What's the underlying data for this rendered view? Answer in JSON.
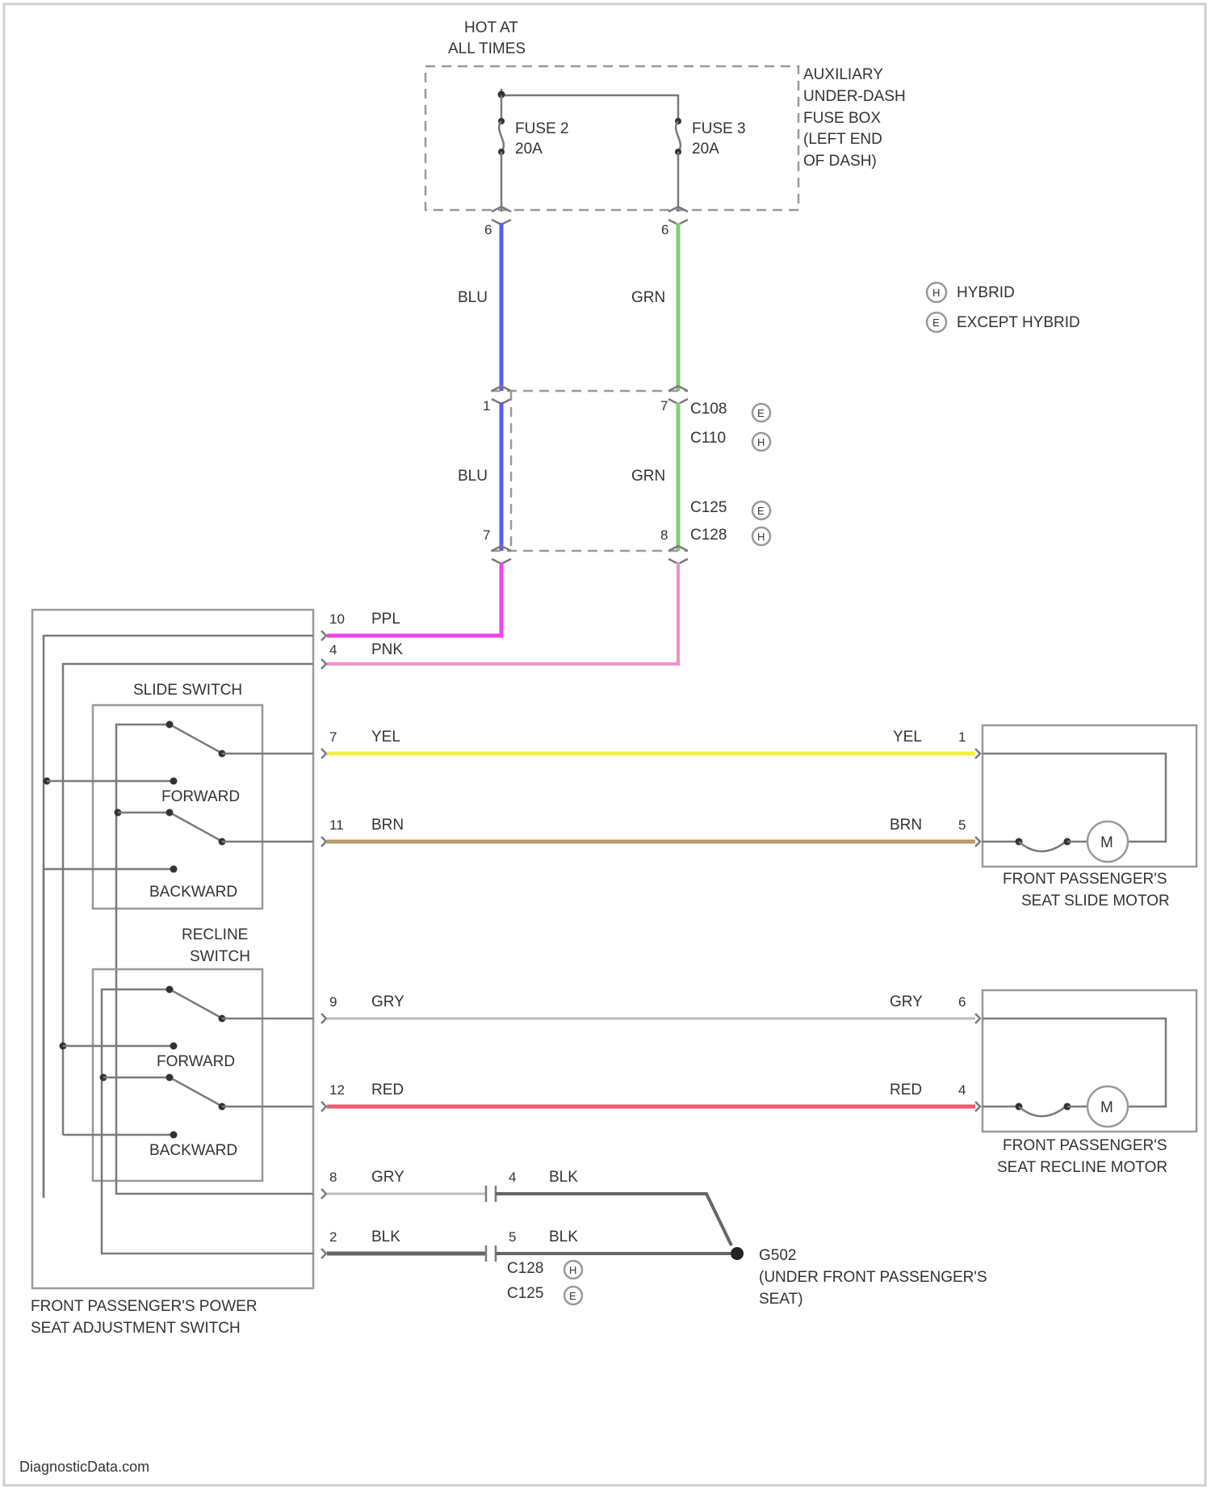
{
  "power": {
    "hot_label_1": "HOT AT",
    "hot_label_2": "ALL TIMES",
    "fuse_box": [
      "AUXILIARY",
      "UNDER-DASH",
      "FUSE BOX",
      "(LEFT END",
      "OF DASH)"
    ],
    "fuse_2": {
      "name": "FUSE 2",
      "rating": "20A"
    },
    "fuse_3": {
      "name": "FUSE 3",
      "rating": "20A"
    },
    "pin_left": "6",
    "pin_right": "6"
  },
  "legend": [
    {
      "symbol": "H",
      "text": "HYBRID"
    },
    {
      "symbol": "E",
      "text": "EXCEPT HYBRID"
    }
  ],
  "connectors": {
    "upper": {
      "pin_left": "1",
      "pin_right": "7",
      "names": [
        "C108",
        "C110"
      ],
      "badges": [
        "E",
        "H"
      ]
    },
    "lower": {
      "pin_left": "7",
      "pin_right": "8",
      "names": [
        "C125",
        "C128"
      ],
      "badges": [
        "E",
        "H"
      ]
    },
    "ground": {
      "names": [
        "C128",
        "C125"
      ],
      "badges": [
        "H",
        "E"
      ]
    }
  },
  "wires": {
    "blu_upper": "BLU",
    "grn_upper": "GRN",
    "blu_lower": "BLU",
    "grn_lower": "GRN",
    "ppl": {
      "pin": "10",
      "color": "PPL"
    },
    "pnk": {
      "pin": "4",
      "color": "PNK"
    },
    "yel": {
      "pin": "7",
      "color": "YEL",
      "motor_color": "YEL",
      "motor_pin": "1"
    },
    "brn": {
      "pin": "11",
      "color": "BRN",
      "motor_color": "BRN",
      "motor_pin": "5"
    },
    "gry_recline": {
      "pin": "9",
      "color": "GRY",
      "motor_color": "GRY",
      "motor_pin": "6"
    },
    "red": {
      "pin": "12",
      "color": "RED",
      "motor_color": "RED",
      "motor_pin": "4"
    },
    "gry_ground": {
      "pin": "8",
      "color": "GRY",
      "splice_pin": "4",
      "splice_color": "BLK"
    },
    "blk_ground": {
      "pin": "2",
      "color": "BLK",
      "splice_pin": "5",
      "splice_color": "BLK"
    }
  },
  "switch": {
    "slide_title": "SLIDE SWITCH",
    "slide_forward": "FORWARD",
    "slide_backward": "BACKWARD",
    "recline_title_1": "RECLINE",
    "recline_title_2": "SWITCH",
    "recline_forward": "FORWARD",
    "recline_backward": "BACKWARD",
    "name_1": "FRONT PASSENGER'S POWER",
    "name_2": "SEAT ADJUSTMENT SWITCH"
  },
  "motors": {
    "symbol": "M",
    "slide_1": "FRONT PASSENGER'S",
    "slide_2": "SEAT SLIDE MOTOR",
    "recline_1": "FRONT PASSENGER'S",
    "recline_2": "SEAT RECLINE MOTOR"
  },
  "ground": {
    "name": "G502",
    "location_1": "(UNDER FRONT PASSENGER'S",
    "location_2": "SEAT)"
  },
  "footer": "DiagnosticData.com",
  "colors": {
    "blu": "#5a5af0",
    "grn": "#88cc77",
    "ppl": "#ee44ee",
    "pnk": "#f090c8",
    "yel": "#f5f040",
    "brn": "#b89868",
    "gry": "#bbbbbb",
    "red": "#f05a6a",
    "blk": "#666666"
  }
}
